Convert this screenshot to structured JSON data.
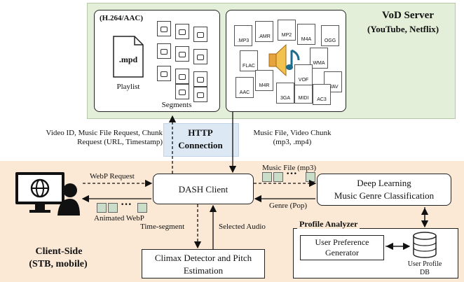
{
  "server": {
    "title": "VoD Server",
    "subtitle": "(YouTube, Netflix)",
    "codec_label": "(H.264/AAC)",
    "playlist_file": ".mpd",
    "playlist_label": "Playlist",
    "segments_label": "Segments",
    "music_files": [
      ".MP3",
      ".AMR",
      "MP2",
      "M4A",
      "OGG",
      "FLAC",
      "WMA",
      "AAC",
      "M4R",
      "WAV",
      "3GA",
      "MIDI",
      "AC3",
      "VOF"
    ]
  },
  "http": {
    "line1": "HTTP",
    "line2": "Connection"
  },
  "edges": {
    "request_left": "Video ID, Music File Request, Chunk Request (URL, Timestamp)",
    "music_file_right": "Music File, Video Chunk (mp3, .mp4)",
    "webp_request": "WebP Request",
    "animated_webp": "Animated WebP",
    "music_file_mp3": "Music File (mp3)",
    "genre_pop": "Genre (Pop)",
    "time_segment": "Time-segment",
    "selected_audio": "Selected Audio"
  },
  "nodes": {
    "dash_client": "DASH Client",
    "deep_learning_l1": "Deep Learning",
    "deep_learning_l2": "Music Genre  Classification",
    "climax_l1": "Climax Detector and Pitch",
    "climax_l2": "Estimation",
    "profile_analyzer": "Profile Analyzer",
    "user_pref_l1": "User Preference",
    "user_pref_l2": "Generator",
    "user_profile_db_l1": "User Profile",
    "user_profile_db_l2": "DB"
  },
  "client": {
    "title": "Client-Side",
    "subtitle": "(STB, mobile)"
  }
}
